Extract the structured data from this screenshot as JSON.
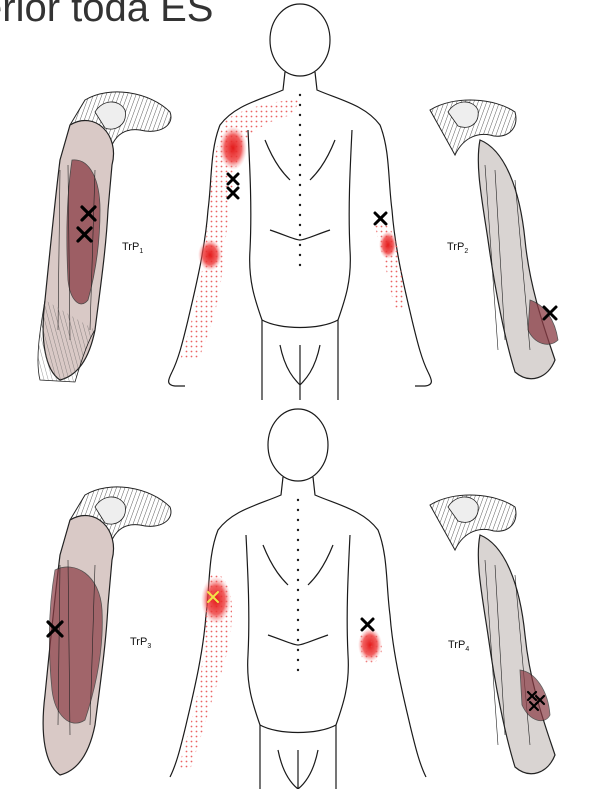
{
  "title": "erior toda ES",
  "panels": [
    {
      "label": "TrP",
      "sub": "1"
    },
    {
      "label": "TrP",
      "sub": "2"
    },
    {
      "label": "TrP",
      "sub": "3"
    },
    {
      "label": "TrP",
      "sub": "4"
    }
  ],
  "colors": {
    "pain": "#e31b1b",
    "muscle": "#8a3b44",
    "line": "#1a1a1a",
    "marker": "#000000"
  }
}
